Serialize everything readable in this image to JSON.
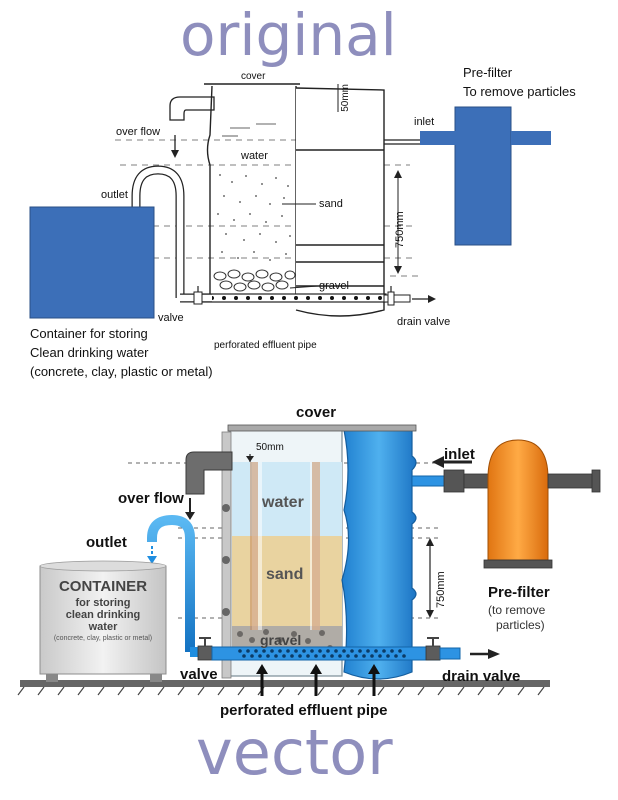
{
  "headings": {
    "top": "original",
    "bottom": "vector"
  },
  "top": {
    "cover": "cover",
    "dim_50": "50mm",
    "overflow": "over flow",
    "water": "water",
    "outlet": "outlet",
    "sand": "sand",
    "dim_750": "750mm",
    "gravel": "gravel",
    "valve": "valve",
    "drain_valve": "drain valve",
    "inlet": "inlet",
    "perforated": "perforated effluent pipe",
    "prefilter_line1": "Pre-filter",
    "prefilter_line2": "To remove particles",
    "container_line1": "Container for storing",
    "container_line2": "Clean drinking water",
    "container_line3": "(concrete, clay, plastic or metal)"
  },
  "bottom": {
    "cover": "cover",
    "dim_50": "50mm",
    "inlet": "inlet",
    "overflow": "over flow",
    "water": "water",
    "outlet": "outlet",
    "sand": "sand",
    "dim_750": "750mm",
    "gravel": "gravel",
    "valve": "valve",
    "drain_valve": "drain valve",
    "perforated": "perforated effluent pipe",
    "prefilter_title": "Pre-filter",
    "prefilter_sub1": "(to remove",
    "prefilter_sub2": "particles)",
    "container_title": "CONTAINER",
    "container_sub1": "for storing",
    "container_sub2": "clean drinking",
    "container_sub3": "water",
    "container_sub4": "(concrete, clay, plastic or metal)"
  },
  "colors": {
    "heading": "#8e8ebd",
    "blue_box": "#3c6fb8",
    "tank_blue": "#2f8fd6",
    "pipe_blue": "#1f8ee0",
    "water_light": "#d4ecf6",
    "sand": "#e7cf9a",
    "prefilter_orange": "#f08a1c"
  }
}
